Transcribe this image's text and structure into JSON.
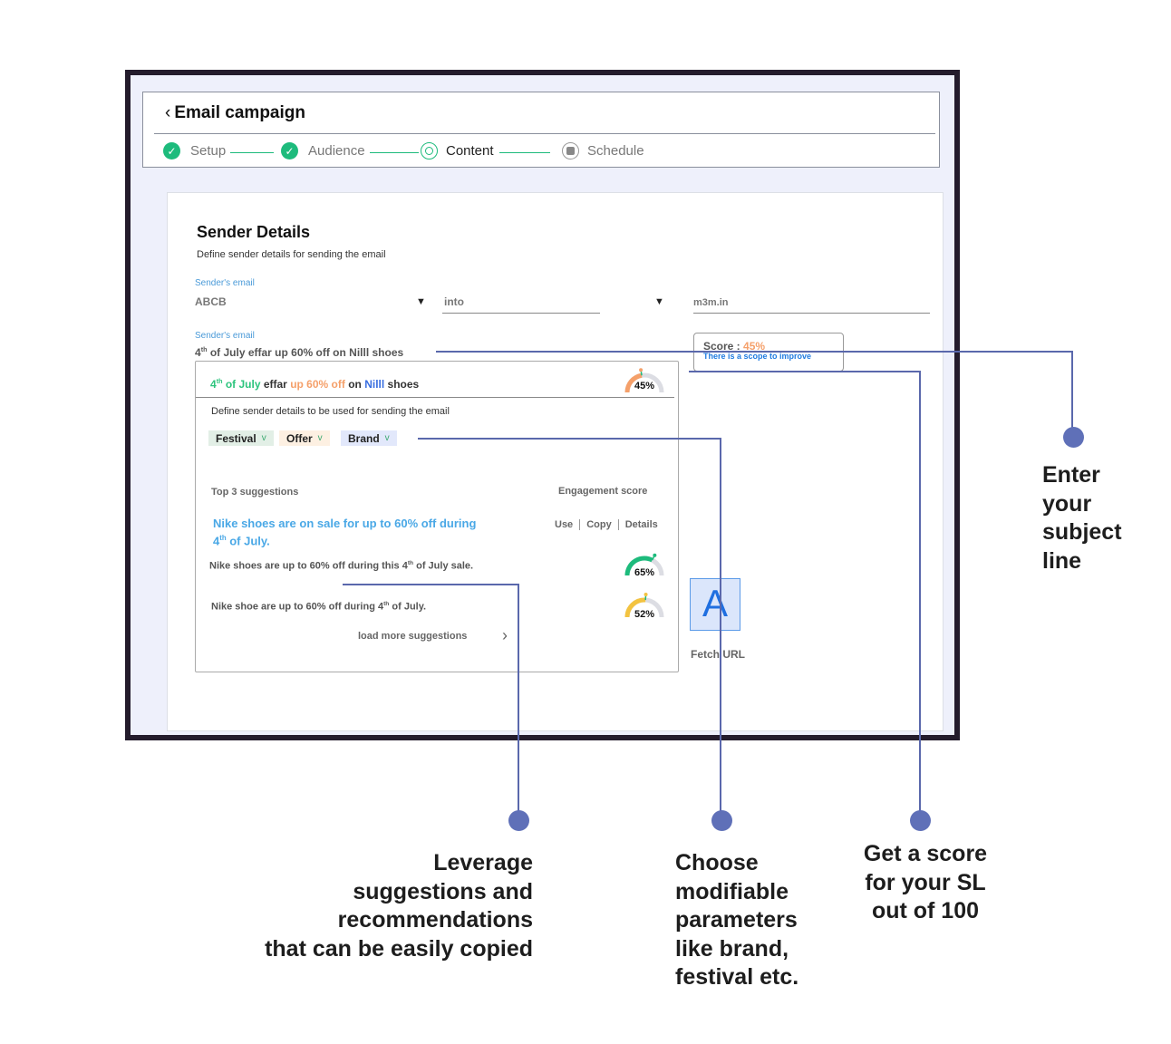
{
  "header": {
    "back_icon": "chevron-left-icon",
    "title": "Email campaign"
  },
  "steps": [
    {
      "label": "Setup",
      "status": "done"
    },
    {
      "label": "Audience",
      "status": "done"
    },
    {
      "label": "Content",
      "status": "current"
    },
    {
      "label": "Schedule",
      "status": "pending"
    }
  ],
  "sender": {
    "title": "Sender Details",
    "description": "Define sender details for sending the email",
    "email_label": "Sender's email",
    "field1": "ABCB",
    "field2": "into",
    "field3": "m3m.in",
    "subject_label": "Sender's email",
    "subject_sup": "th",
    "subject_pre": "4",
    "subject_rest": " of July effar up 60% off on Nilll shoes"
  },
  "score_box": {
    "label": "Score : ",
    "value": "45%",
    "hint": "There is a scope to improve"
  },
  "editor": {
    "parts": [
      {
        "t": "4",
        "c": "#2cc47d"
      },
      {
        "t": "th",
        "c": "#2cc47d",
        "sup": true
      },
      {
        "t": " of July",
        "c": "#2cc47d"
      },
      {
        "t": " effar ",
        "c": "#333"
      },
      {
        "t": "up 60% off",
        "c": "#f5a06a"
      },
      {
        "t": " on ",
        "c": "#333"
      },
      {
        "t": "Nilll",
        "c": "#3a6fe0"
      },
      {
        "t": " shoes",
        "c": "#333"
      }
    ],
    "score": 45,
    "score_label": "45%",
    "description": "Define sender details to be used for sending the email",
    "chips": [
      {
        "label": "Festival",
        "bg": "#e2efe6"
      },
      {
        "label": "Offer",
        "bg": "#fdf0e2"
      },
      {
        "label": "Brand",
        "bg": "#e2e8fb"
      }
    ],
    "suggestions_title": "Top 3 suggestions",
    "engagement_title": "Engagement score",
    "actions": [
      "Use",
      "Copy",
      "Details"
    ],
    "suggestions": [
      {
        "pre": "Nike shoes are on sale for up to 60% off during ",
        "line2": "4",
        "sup": "th",
        "post": " of July."
      },
      {
        "pre": "Nike shoes are up to 60% off during this 4",
        "sup": "th",
        "post": " of July sale.",
        "score": 65,
        "score_label": "65%",
        "color": "#1dbb7c"
      },
      {
        "pre": "Nike shoe are up to 60% off during 4",
        "sup": "th",
        "post": " of July.",
        "score": 52,
        "score_label": "52%",
        "color": "#f3c340"
      }
    ],
    "load_more": "load more suggestions"
  },
  "fetch": {
    "icon_letter": "A",
    "label": "Fetch URL"
  },
  "callouts": {
    "subject": [
      "Enter",
      "your",
      "subject",
      "line"
    ],
    "suggestions": [
      "Leverage",
      "suggestions and",
      "recommendations",
      "that can be easily copied"
    ],
    "params": [
      "Choose",
      "modifiable",
      "parameters",
      "like brand,",
      "festival etc."
    ],
    "score": [
      "Get a score",
      "for your SL",
      "out of 100"
    ]
  },
  "colors": {
    "accent": "#1dbb7c",
    "connector": "#5a68ac",
    "link": "#4a9ad8",
    "frame": "#241c2c"
  }
}
